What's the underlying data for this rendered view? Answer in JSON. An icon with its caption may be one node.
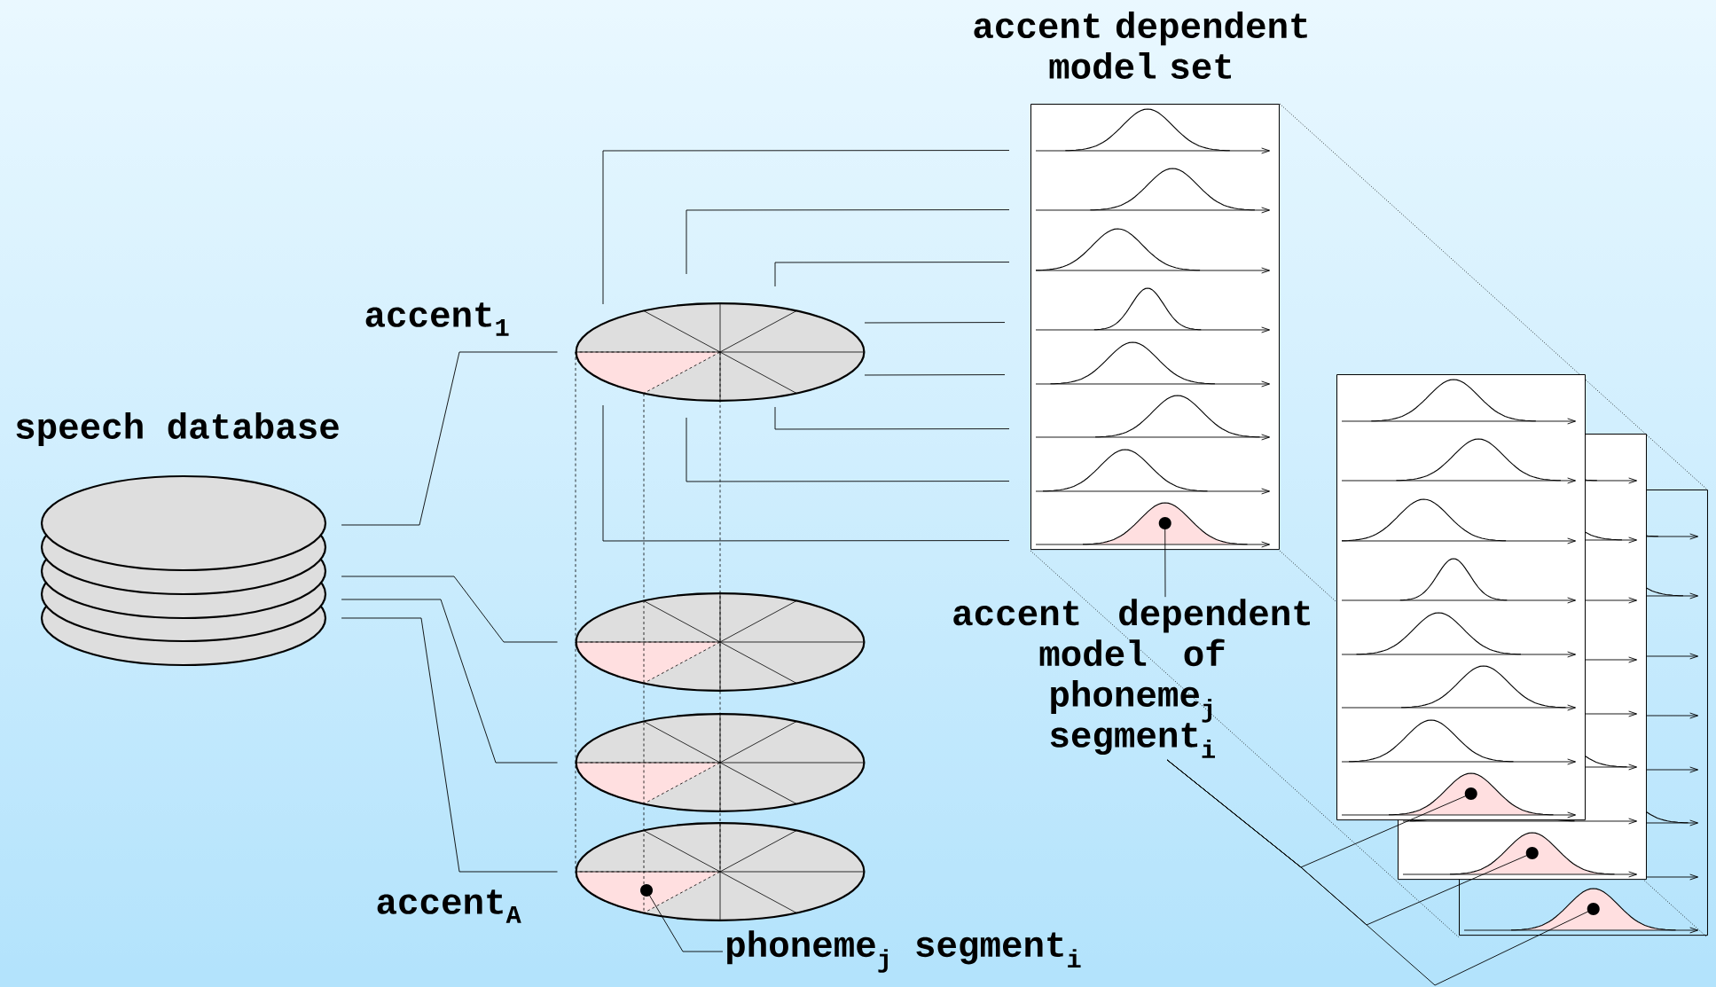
{
  "diagram": {
    "nodes": [
      {
        "text": [
          "speech database"
        ]
      },
      {
        "text": [
          "accent$_{1}$"
        ]
      },
      {
        "text": [],
        "shape": "ellipse"
      },
      {
        "text": [],
        "shape": "ellipse"
      },
      {
        "text": [
          "accent$_{A}$"
        ]
      },
      {
        "text": [
          "accent dependent model set"
        ]
      },
      {
        "text": [],
        "shape": "box"
      },
      {
        "text": [],
        "shape": "box"
      },
      {
        "text": [],
        "shape": "box"
      },
      {
        "text": [
          "accent dependent model of phoneme$_{j}$ segment$_{i}$"
        ]
      },
      {
        "text": [
          "phoneme$_{j}$ segment$_{i}$"
        ]
      }
    ],
    "edges": [
      {
        "from": 0,
        "to": 1,
        "arrow": "none"
      },
      {
        "from": 0,
        "to": 2,
        "arrow": "none"
      },
      {
        "from": 0,
        "to": 3,
        "arrow": "none"
      },
      {
        "from": 0,
        "to": 4,
        "arrow": "none"
      },
      {
        "from": 1,
        "to": 5,
        "arrow": "none"
      },
      {
        "from": 1,
        "to": 5,
        "arrow": "none"
      },
      {
        "from": 1,
        "to": 5,
        "arrow": "none"
      },
      {
        "from": 1,
        "to": 5,
        "arrow": "none"
      },
      {
        "from": 1,
        "to": 5,
        "arrow": "none"
      },
      {
        "from": 1,
        "to": 5,
        "arrow": "none"
      },
      {
        "from": 1,
        "to": 5,
        "arrow": "none"
      },
      {
        "from": 1,
        "to": 5,
        "arrow": "none"
      },
      {
        "from": 9,
        "to": 5,
        "arrow": "none"
      },
      {
        "from": 9,
        "to": 6,
        "arrow": "none"
      },
      {
        "from": 9,
        "to": 7,
        "arrow": "none"
      },
      {
        "from": 9,
        "to": 8,
        "arrow": "none"
      },
      {
        "from": 10,
        "to": 4,
        "arrow": "none"
      }
    ]
  }
}
